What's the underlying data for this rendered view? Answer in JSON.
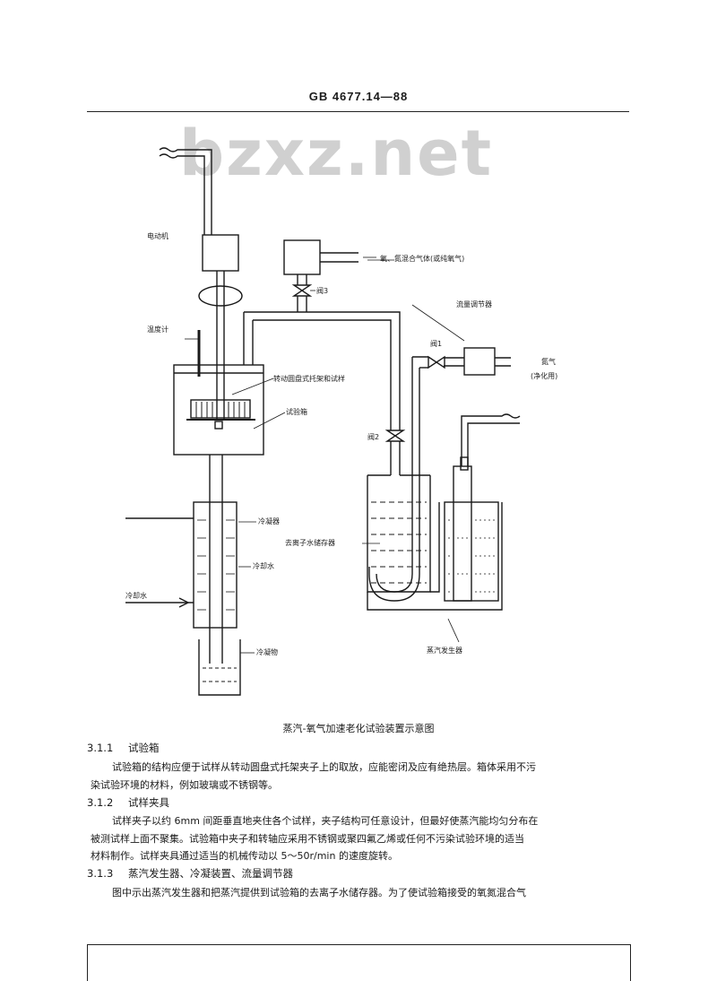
{
  "header": {
    "standard_code": "GB 4677.14—88"
  },
  "watermark": {
    "text": "bzxz.net"
  },
  "figure": {
    "labels": {
      "motor": "电动机",
      "thermometer": "温度计",
      "rotating_holder": "转动圆盘式托架和试样",
      "test_chamber": "试验箱",
      "condenser": "冷凝器",
      "cooling_water": "冷却水",
      "cooling_water_in": "冷却水",
      "condensate": "冷凝物",
      "deionized_storage": "去离子水储存器",
      "gas_mixture": "氧、氮混合气体(或纯氧气)",
      "valve3": "阀3",
      "flow_regulator": "流量调节器",
      "valve1": "阀1",
      "nitrogen": "氮气",
      "nitrogen_note": "(净化用)",
      "valve2": "阀2",
      "steam_generator": "蒸汽发生器"
    },
    "caption": "蒸汽-氧气加速老化试验装置示意图"
  },
  "sections": [
    {
      "number": "3.1.1",
      "title": "试验箱",
      "lines": [
        "试验箱的结构应便于试样从转动圆盘式托架夹子上的取放，应能密闭及应有绝热层。箱体采用不污",
        "染试验环境的材料，例如玻璃或不锈钢等。"
      ]
    },
    {
      "number": "3.1.2",
      "title": "试样夹具",
      "lines": [
        "试样夹子以约 6mm 间距垂直地夹住各个试样，夹子结构可任意设计，但最好使蒸汽能均匀分布在",
        "被测试样上面不聚集。试验箱中夹子和转轴应采用不锈钢或聚四氟乙烯或任何不污染试验环境的适当",
        "材料制作。试样夹具通过适当的机械传动以 5～50r/min 的速度旋转。"
      ]
    },
    {
      "number": "3.1.3",
      "title": "蒸汽发生器、冷凝装置、流量调节器",
      "lines": [
        "图中示出蒸汽发生器和把蒸汽提供到试验箱的去离子水储存器。为了使试验箱接受的氧氮混合气"
      ]
    }
  ]
}
